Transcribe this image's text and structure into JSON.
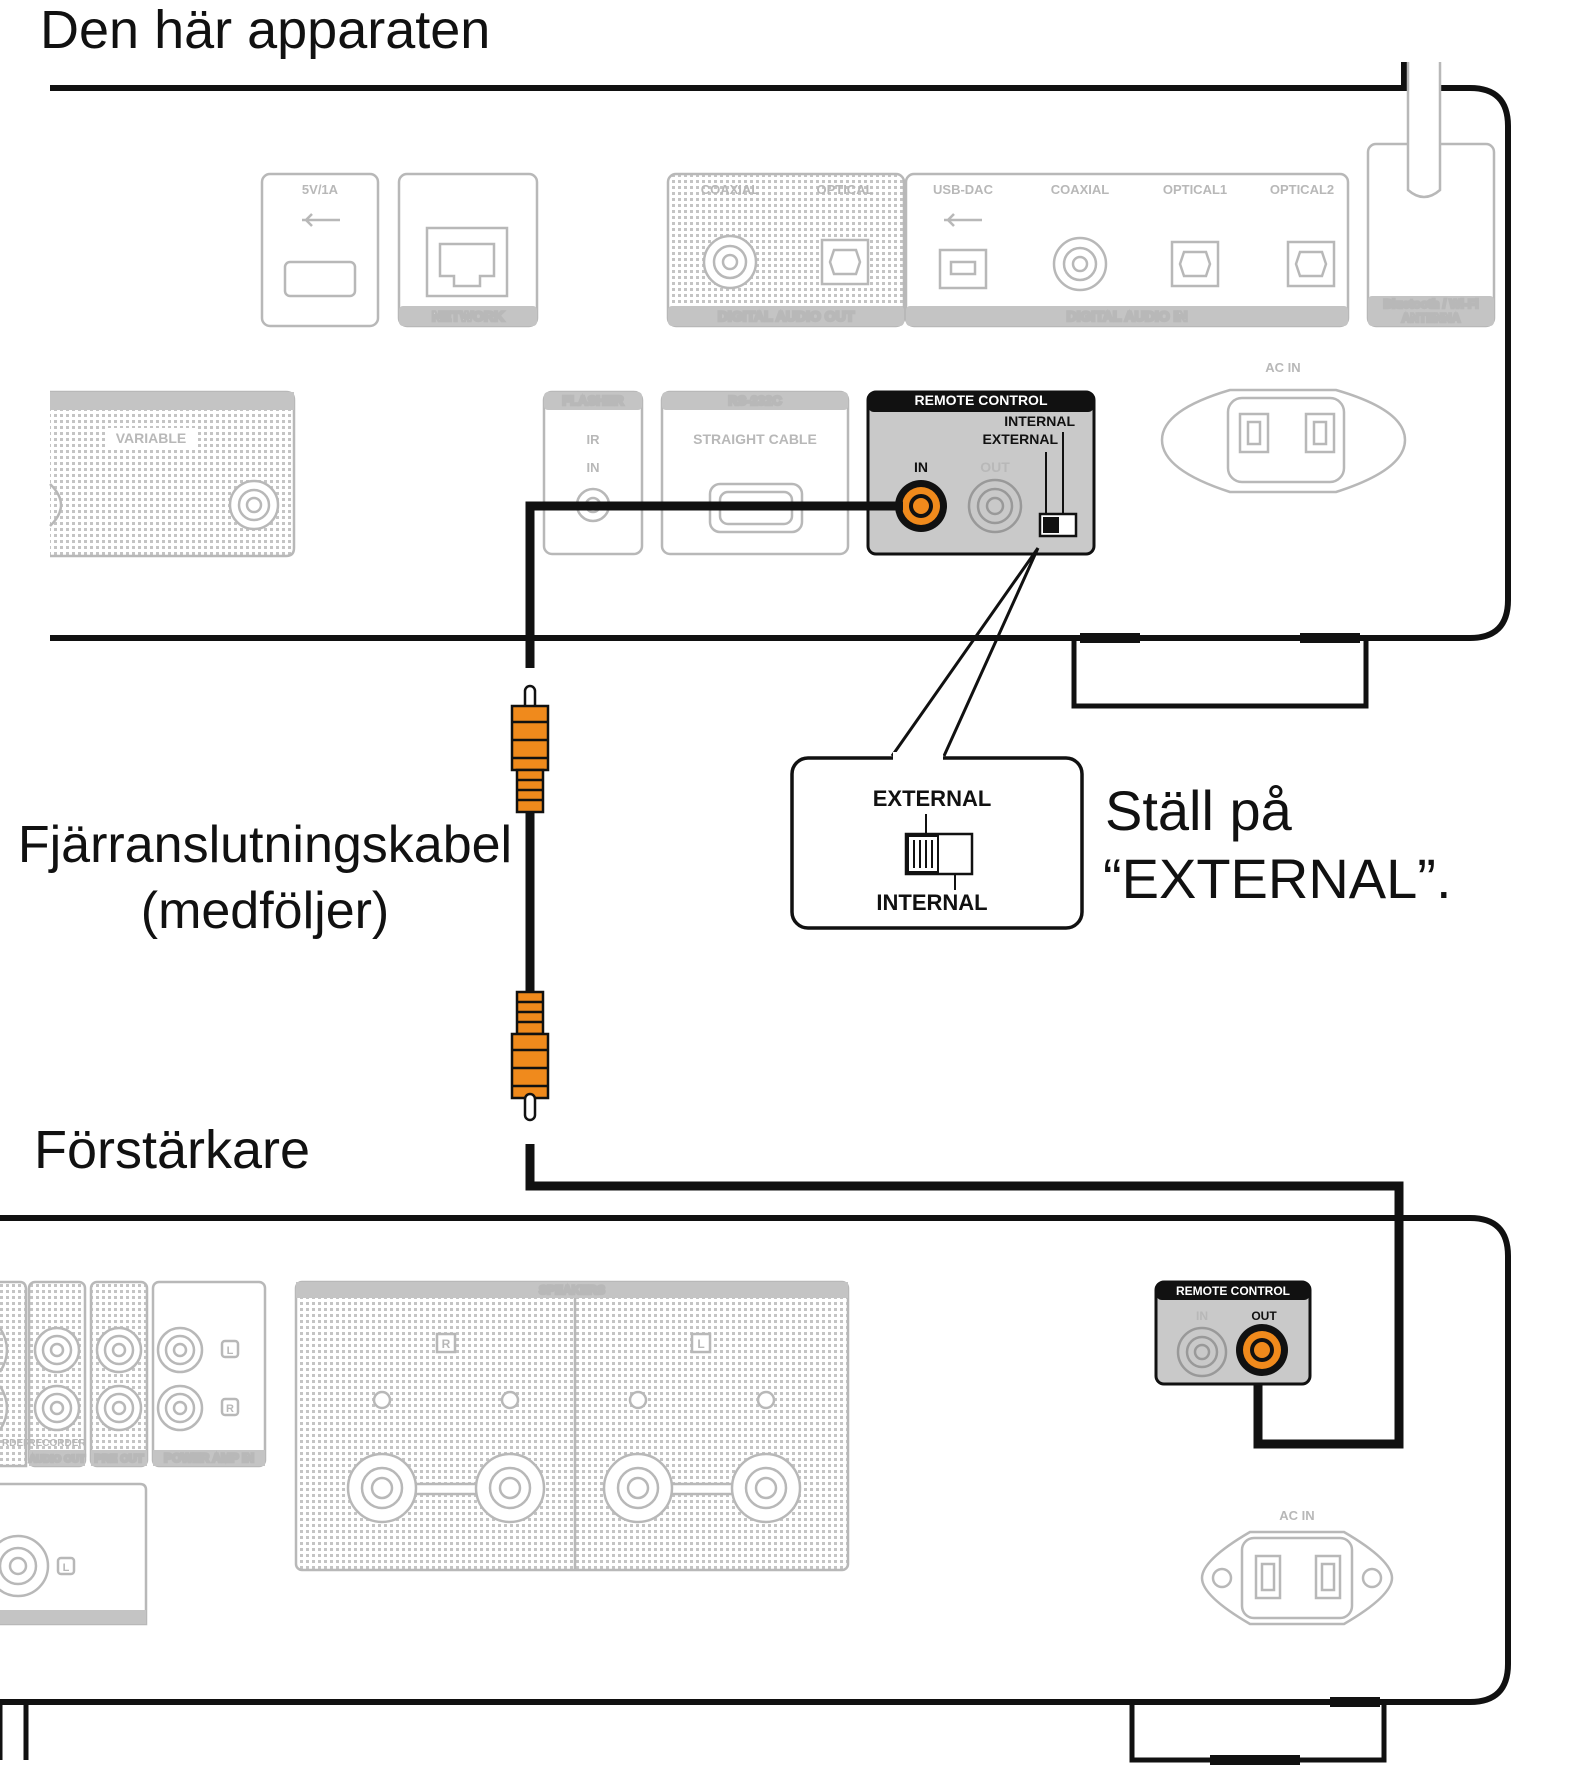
{
  "titles": {
    "device": "Den här apparaten",
    "amplifier": "Förstärkare",
    "cable_line1": "Fjärranslutningskabel",
    "cable_line2": "(medföljer)",
    "instruction_line1": "Ställ på",
    "instruction_line2": "“EXTERNAL”."
  },
  "device_panel": {
    "usb_power": "5V/1A",
    "network": "NETWORK",
    "digital_out_coaxial": "COAXIAL",
    "digital_out_optical": "OPTICAL",
    "digital_audio_out": "DIGITAL AUDIO OUT",
    "usb_dac": "USB-DAC",
    "coaxial": "COAXIAL",
    "optical1": "OPTICAL1",
    "optical2": "OPTICAL2",
    "digital_audio_in": "DIGITAL AUDIO IN",
    "antenna_line1": "Bluetooth / Wi-Fi",
    "antenna_line2": "ANTENNA",
    "variable": "VARIABLE",
    "flasher": "FLASHER",
    "flasher_ir": "IR",
    "flasher_in": "IN",
    "rs232c": "RS-232C",
    "straight_cable": "STRAIGHT CABLE",
    "remote_control": "REMOTE CONTROL",
    "rc_internal": "INTERNAL",
    "rc_external": "EXTERNAL",
    "rc_in": "IN",
    "rc_out": "OUT",
    "ac_in": "AC IN"
  },
  "switch_callout": {
    "external": "EXTERNAL",
    "internal": "INTERNAL"
  },
  "amp_panel": {
    "speakers": "SPEAKERS",
    "speaker_r": "R",
    "speaker_l": "L",
    "recorder_partial": "RDER",
    "recorder": "RECORDER",
    "audio_out": "AUDIO OUT",
    "pre_out": "PRE OUT",
    "power_amp_in": "POWER AMP IN",
    "l": "L",
    "r": "R",
    "remote_control": "REMOTE CONTROL",
    "rc_in": "IN",
    "rc_out": "OUT",
    "ac_in": "AC IN"
  },
  "colors": {
    "plug_orange": "#f08a1c",
    "jack_highlight": "#f08a1c",
    "rc_panel_fill": "#c9c9c9",
    "faded_lines": "#b8b8b8",
    "outline": "#111111"
  }
}
